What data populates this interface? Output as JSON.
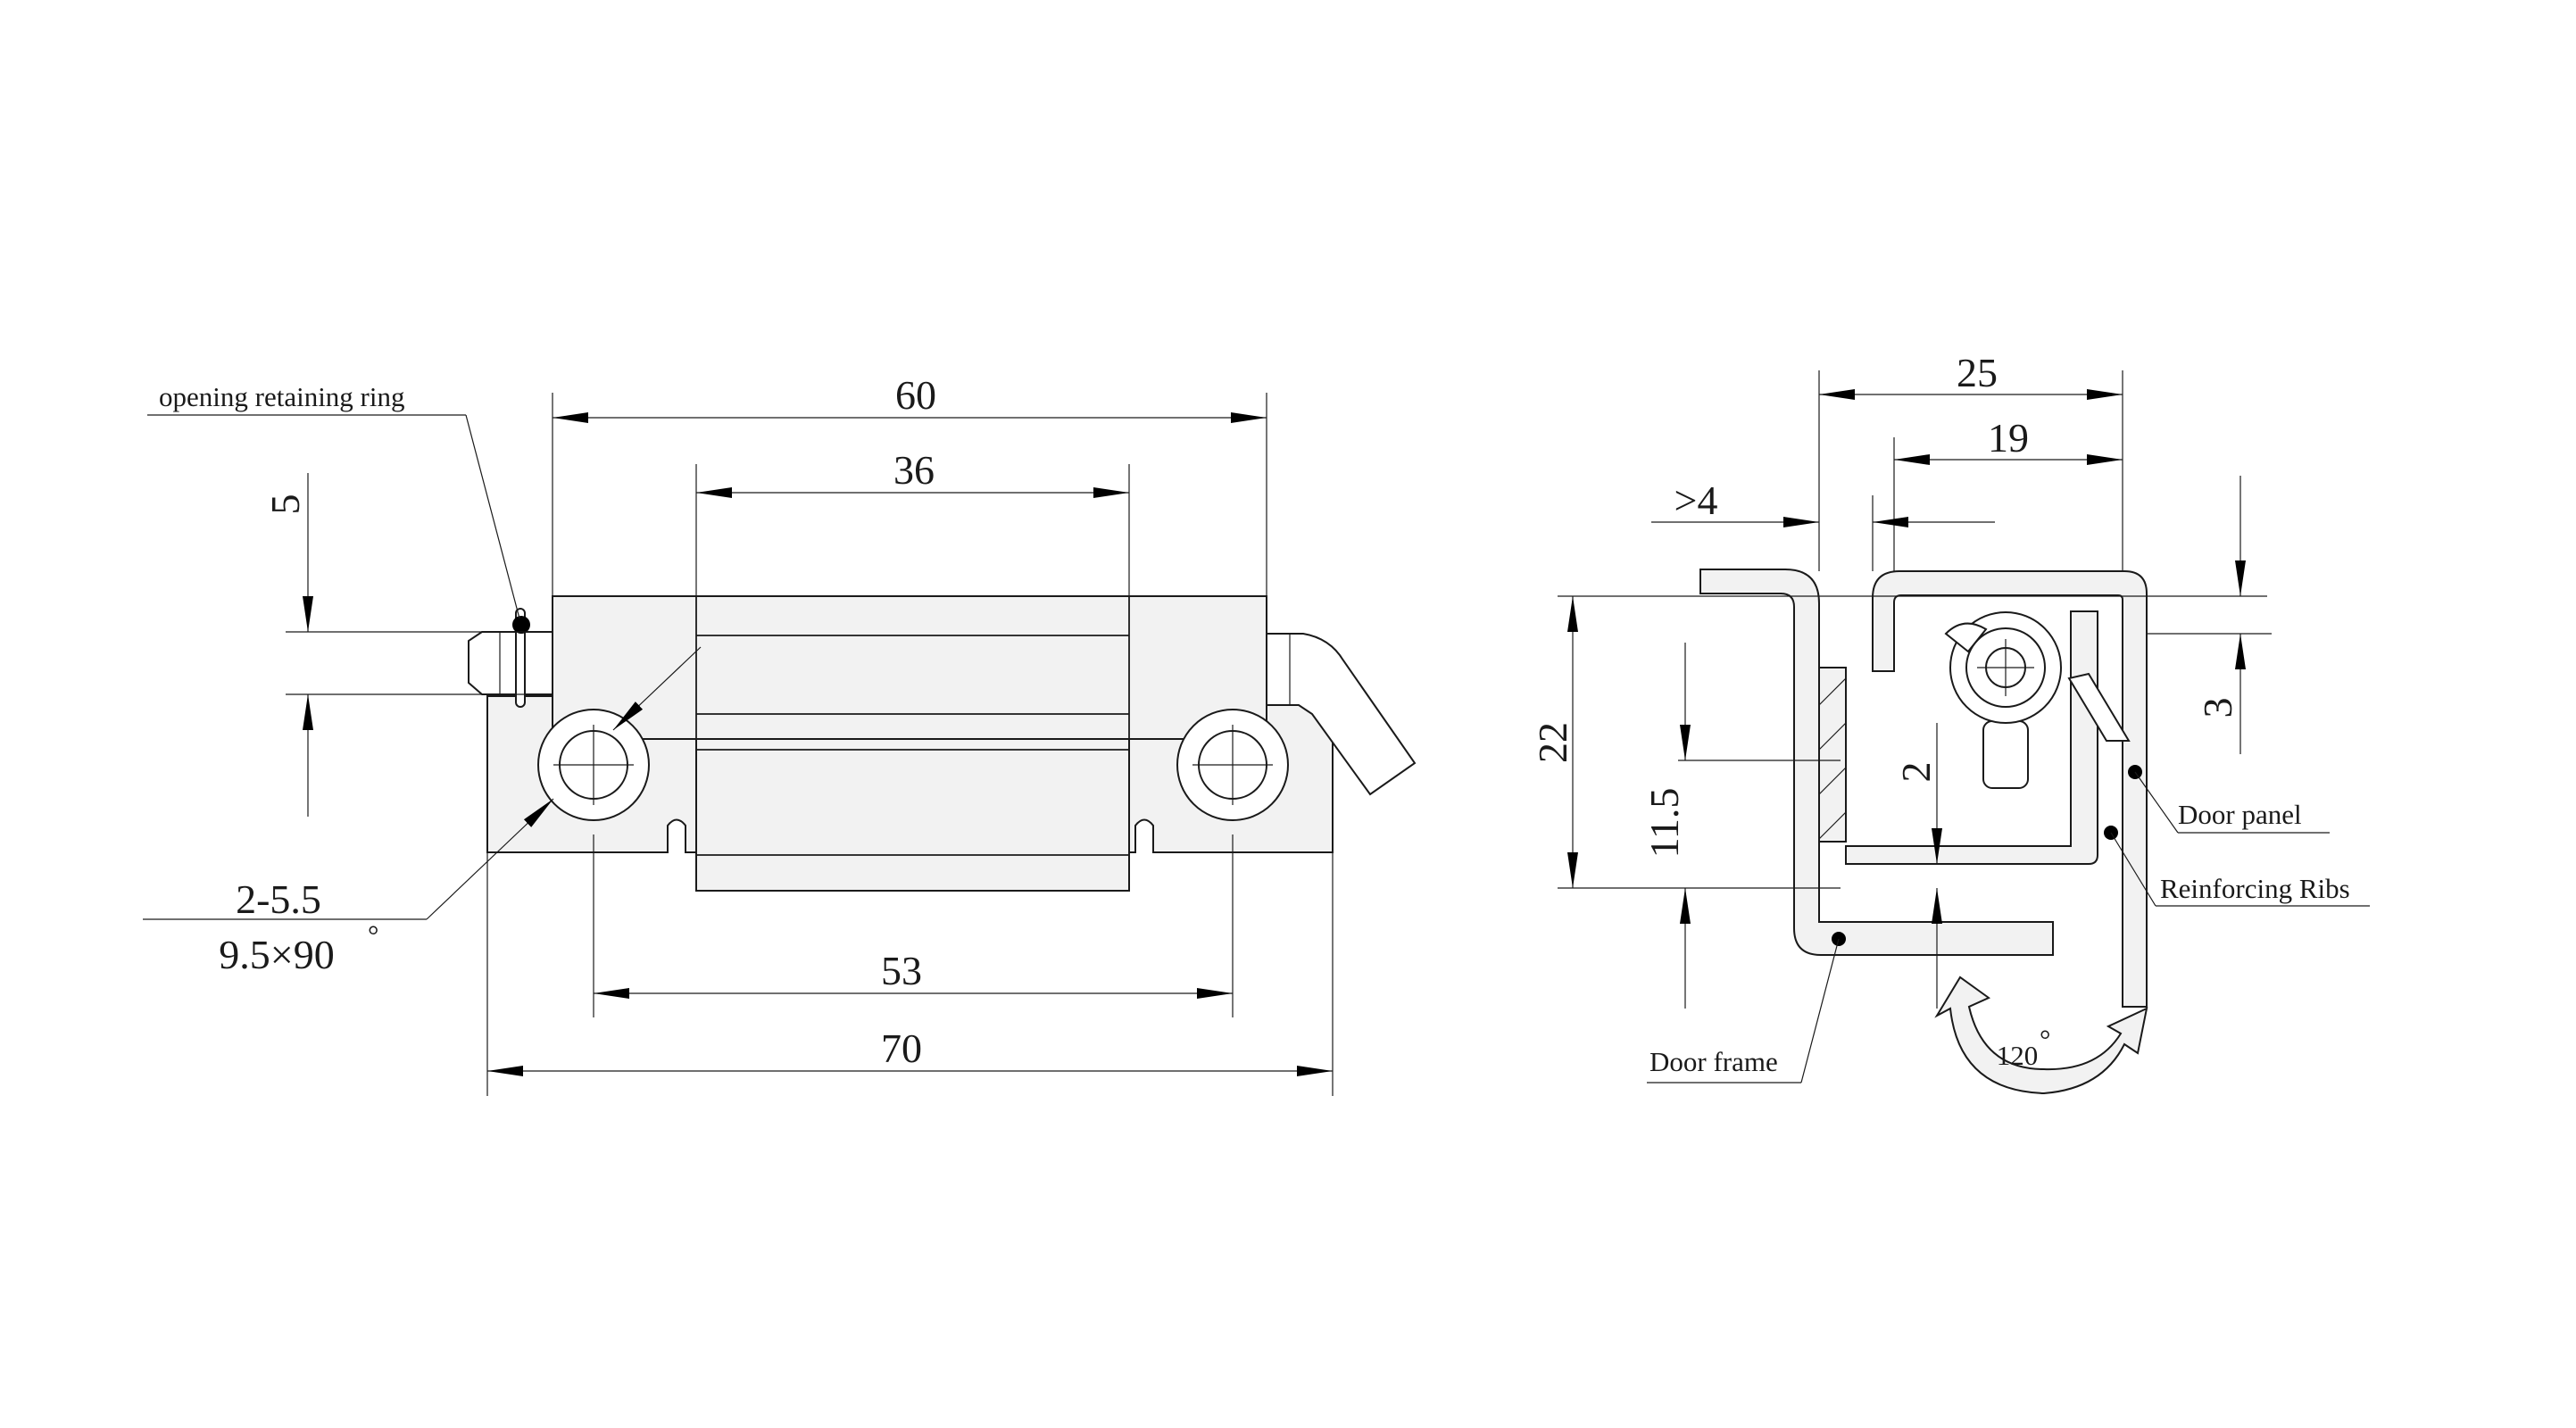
{
  "front_view": {
    "dims": {
      "overall_length": "60",
      "center_span": "36",
      "offset": "5",
      "hole_spacing": "53",
      "total_length": "70"
    },
    "hole_callout_line1": "2-5.5",
    "hole_callout_line2": "9.5×90",
    "degree_mark": "°",
    "label_retaining_ring": "opening retaining ring"
  },
  "side_view": {
    "dims": {
      "width_outer": "25",
      "width_inner": "19",
      "gap": ">4",
      "height_total": "22",
      "height_center": "11.5",
      "clearance": "2",
      "lip": "3"
    },
    "label_door_panel": "Door panel",
    "label_reinforcing_ribs": "Reinforcing Ribs",
    "label_door_frame": "Door frame",
    "rotation": "120",
    "degree_mark": "°"
  },
  "colors": {
    "line": "#1a1a1a",
    "part_fill": "#f2f2f2",
    "background": "#ffffff"
  }
}
